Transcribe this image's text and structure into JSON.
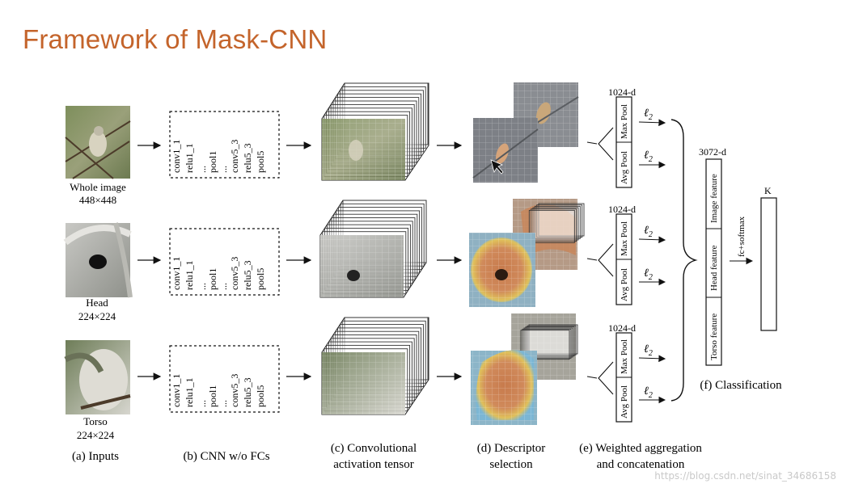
{
  "title": "Framework of Mask-CNN",
  "inputs": [
    {
      "name": "Whole image",
      "size": "448×448"
    },
    {
      "name": "Head",
      "size": "224×224"
    },
    {
      "name": "Torso",
      "size": "224×224"
    }
  ],
  "cnn_layers": [
    "conv1_1",
    "relu1_1",
    "...",
    "pool1",
    "...",
    "conv5_3",
    "relu5_3",
    "pool5"
  ],
  "pool_labels": {
    "max": "Max Pool",
    "avg": "Avg Pool"
  },
  "dim_1024": "1024-d",
  "l2": "ℓ",
  "l2_sub": "2",
  "dim_3072": "3072-d",
  "features": [
    "Image feature",
    "Head feature",
    "Torso feature"
  ],
  "fc_label": "fc+softmax",
  "k_label": "K",
  "captions": {
    "a": "(a) Inputs",
    "b": "(b) CNN w/o FCs",
    "c1": "(c) Convolutional",
    "c2": "activation tensor",
    "d1": "(d) Descriptor",
    "d2": "selection",
    "e1": "(e) Weighted aggregation",
    "e2": "and concatenation",
    "f": "(f) Classification"
  },
  "watermark": "https://blog.csdn.net/sinat_34686158"
}
